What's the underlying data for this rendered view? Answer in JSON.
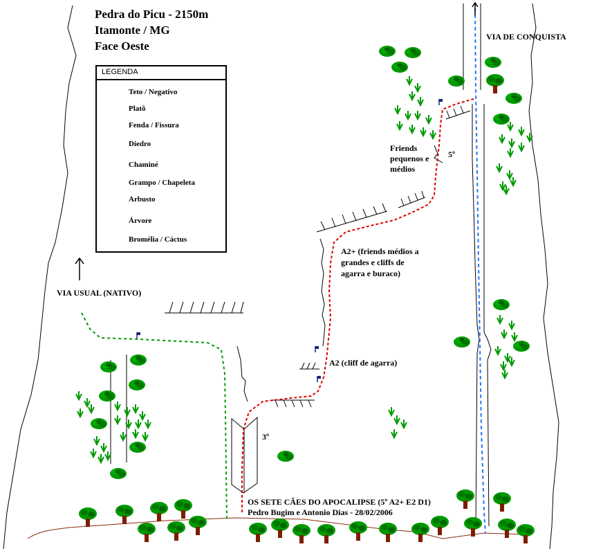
{
  "title": {
    "line1": "Pedra do Picu - 2150m",
    "line2": "Itamonte / MG",
    "line3": "Face Oeste"
  },
  "legend": {
    "heading": "LEGENDA",
    "items": [
      {
        "label": "Teto / Negativo",
        "icon": "ceiling-icon"
      },
      {
        "label": "Platô",
        "icon": "plateau-icon"
      },
      {
        "label": "Fenda / Fissura",
        "icon": "crack-icon"
      },
      {
        "label": "Diedro",
        "icon": "dihedral-icon"
      },
      {
        "label": "Chaminé",
        "icon": "chimney-icon"
      },
      {
        "label": "Grampo / Chapeleta",
        "icon": "bolt-icon"
      },
      {
        "label": "Arbusto",
        "icon": "shrub-icon"
      },
      {
        "label": "Árvore",
        "icon": "tree-icon"
      },
      {
        "label": "Bromélia / Cáctus",
        "icon": "bromeliad-icon"
      }
    ]
  },
  "labels": {
    "via_conquista": "VIA DE CONQUISTA",
    "via_usual": "VIA USUAL (NATIVO)",
    "friends_1": "Friends",
    "friends_2": "pequenos e",
    "friends_3": "médios",
    "grade_5": "5º",
    "grade_3": "3º",
    "a2plus_1": "A2+ (friends médios a",
    "a2plus_2": "grandes e cliffs de",
    "a2plus_3": "agarra e buraco)",
    "a2": "A2 (cliff de agarra)",
    "route_name": "OS SETE CÃES DO APOCALIPSE (5º A2+ E2 D1)",
    "route_credit": "Pedro Bugim e Antonio Dias - 28/02/2006"
  },
  "colors": {
    "route_new": "#dd0000",
    "route_usual": "#009900",
    "route_conquista": "#2277ff",
    "vegetation": "#009900",
    "vegetation_dark": "#006600",
    "trunk": "#7a1e00",
    "bolt": "#1a237e",
    "ground": "#8b2a0a"
  }
}
